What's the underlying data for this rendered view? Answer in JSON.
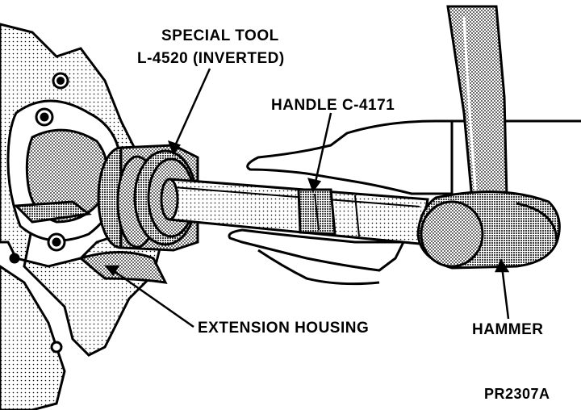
{
  "labels": {
    "special_tool_line1": "SPECIAL TOOL",
    "special_tool_line2": "L-4520 (INVERTED)",
    "handle": "HANDLE C-4171",
    "extension_housing": "EXTENSION HOUSING",
    "hammer": "HAMMER",
    "figure_code": "PR2307A"
  },
  "colors": {
    "ink": "#000000",
    "paper": "#ffffff",
    "shade": "#7a7a7a"
  }
}
